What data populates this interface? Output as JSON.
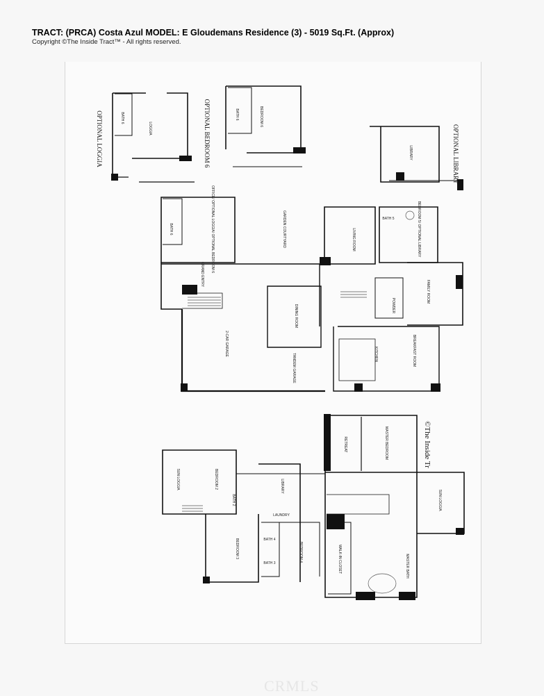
{
  "header": {
    "title": "TRACT: (PRCA) Costa Azul   MODEL: E Gloudemans Residence (3)  -  5019 Sq.Ft. (Approx)",
    "copyright": "Copyright  ©The Inside Tract™ - All rights reserved."
  },
  "watermark": "CRMLS",
  "side_credit": "©The Inside Tr",
  "optional_labels": {
    "loggia": "OPTIONAL LOGGIA",
    "bedroom6": "OPTIONAL BEDROOM 6",
    "library": "OPTIONAL LIBRARY"
  },
  "rooms": {
    "opt_loggia": "LOGGIA",
    "opt_bath6": "BATH 6",
    "opt_bedroom6": "BEDROOM 6",
    "opt_bath6b": "BATH 6",
    "opt_library": "LIBRARY",
    "office": "OFFICE/ OPTIONAL LOGGIA/ OPTIONAL BEDROOM 6",
    "bath6": "BATH 6",
    "garden_courtyard": "GARDEN COURTYARD",
    "grand_entry": "GRAND ENTRY",
    "living_room": "LIVING ROOM",
    "bath5": "BATH 5",
    "bedroom5": "BEDROOM 5/ OPTIONAL LIBRARY",
    "family_room": "FAMILY ROOM",
    "dining_room": "DINING ROOM",
    "garage": "2-CAR GARAGE",
    "tandem_garage": "TANDEM GARAGE",
    "kitchen": "KITCHEN",
    "breakfast_room": "BREAKFAST ROOM",
    "powder": "POWDER",
    "retreat": "RETREAT",
    "master_bedroom": "MASTER BEDROOM",
    "bedroom2": "BEDROOM 2",
    "library2": "LIBRARY",
    "laundry": "LAUNDRY",
    "bath2": "BATH 2",
    "bath4": "BATH 4",
    "bath3": "BATH 3",
    "bedroom3": "BEDROOM 3",
    "bedroom4": "BEDROOM 4",
    "master_bath": "MASTER BATH",
    "walkin_closet": "WALK-IN CLOSET",
    "sun_loggia": "SUN LOGGIA",
    "sun_loggia2": "SUN LOGGIA"
  }
}
